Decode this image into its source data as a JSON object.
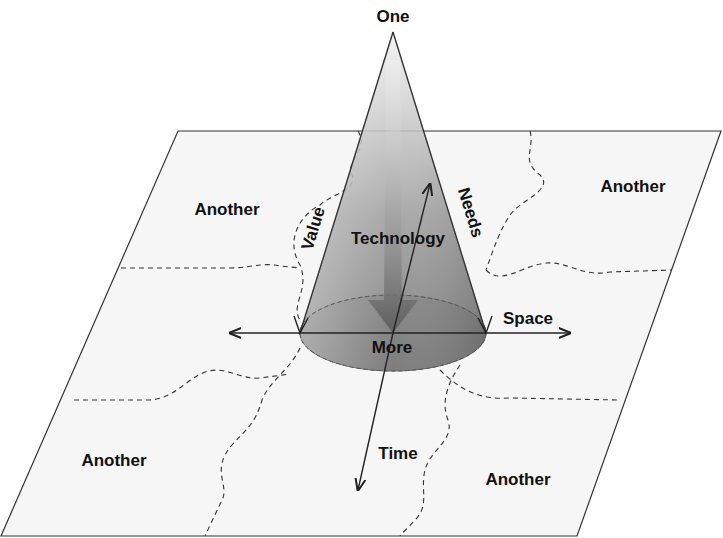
{
  "diagram": {
    "labels": [
      "One",
      "Another",
      "Another",
      "Value",
      "Technology",
      "Needs",
      "Space",
      "More",
      "Another",
      "Time",
      "Another"
    ]
  }
}
